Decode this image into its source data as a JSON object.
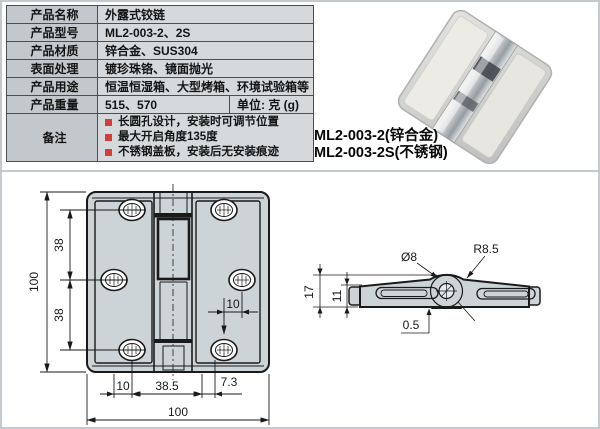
{
  "colors": {
    "accent_red": "#d23f38",
    "table_label_bg": "#c3c8cc",
    "table_value_bg": "#d6d9dc",
    "drawing_fill": "#cdd4d8",
    "frame_border": "#c2cad0",
    "line": "#1a1a1a"
  },
  "spec_table": {
    "rows": [
      {
        "label": "产品名称",
        "value": "外露式铰链"
      },
      {
        "label": "产品型号",
        "value": "ML2-003-2、2S"
      },
      {
        "label": "产品材质",
        "value": "锌合金、SUS304"
      },
      {
        "label": "表面处理",
        "value": "镀珍珠铬、镜面抛光"
      },
      {
        "label": "产品用途",
        "value": "恒温恒湿箱、大型烤箱、环境试验箱等"
      },
      {
        "label": "产品重量",
        "value": "515、570",
        "unit": "单位: 克 (g)"
      }
    ],
    "notes": {
      "label": "备注",
      "items": [
        "长圆孔设计，安装时可调节位置",
        "最大开启角度135度",
        "不锈钢盖板，安装后无安装痕迹"
      ]
    }
  },
  "product": {
    "variant_labels": [
      "ML2-003-2(锌合金)",
      "ML2-003-2S(不锈钢)"
    ]
  },
  "drawings": {
    "front": {
      "overall_height": "100",
      "hole_spacing_upper": "38",
      "hole_spacing_lower": "38",
      "mid_hole_offset": "10",
      "edge_to_hole": "10",
      "center_width": "38.5",
      "hole_inset": "7.3",
      "overall_width": "100"
    },
    "side": {
      "pin_hole_dia": "Ø8",
      "hub_radius": "R8.5",
      "overall_thickness": "17",
      "leaf_thickness": "11",
      "cover_step": "0.5"
    }
  }
}
